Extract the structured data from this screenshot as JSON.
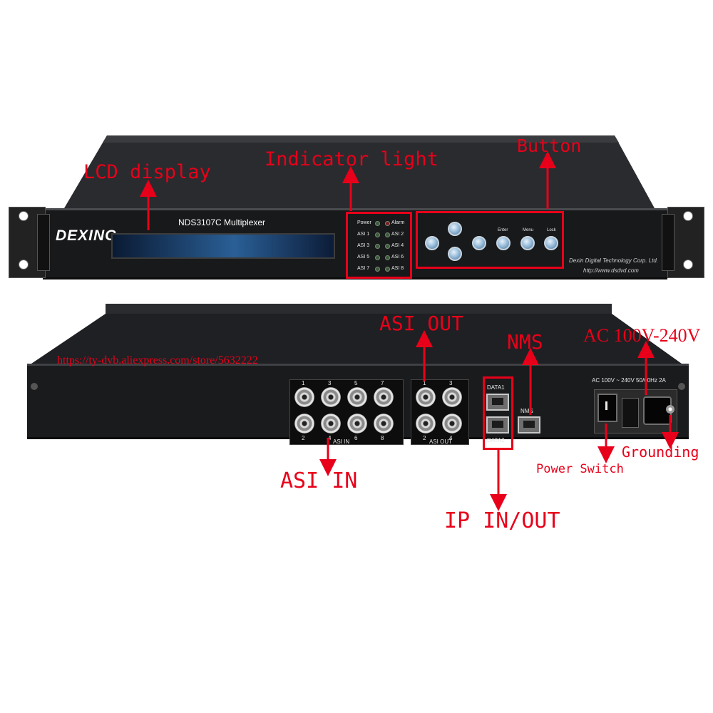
{
  "front": {
    "model_label": "NDS3107C Multiplexer",
    "logo": "DEXING",
    "maker": "Dexin Digital Technology Corp. Ltd.",
    "url": "http://www.dsdvd.com",
    "indicators": [
      {
        "left": "Power",
        "right": "Alarm"
      },
      {
        "left": "ASI 1",
        "right": "ASI 2"
      },
      {
        "left": "ASI 3",
        "right": "ASI 4"
      },
      {
        "left": "ASI 5",
        "right": "ASI 6"
      },
      {
        "left": "ASI 7",
        "right": "ASI 8"
      }
    ],
    "button_labels": [
      "Enter",
      "Menu",
      "Lock"
    ]
  },
  "rear": {
    "asi_in_numbers_top": [
      "1",
      "3",
      "5",
      "7"
    ],
    "asi_in_numbers_bottom": [
      "2",
      "4",
      "6",
      "8"
    ],
    "asi_in_panel_label": "ASI IN",
    "asi_out_numbers_top": [
      "1",
      "3"
    ],
    "asi_out_numbers_bottom": [
      "2",
      "4"
    ],
    "asi_out_panel_label": "ASI OUT",
    "data1": "DATA1",
    "data2": "DATA2",
    "nms_port": "NMS",
    "power_rating": "AC 100V ~ 240V 50/60Hz 2A"
  },
  "callouts": {
    "lcd": "LCD display",
    "indicator": "Indicator light",
    "button": "Button",
    "asi_out": "ASI OUT",
    "nms": "NMS",
    "ac": "AC 100V-240V",
    "store_url": "https://ty-dvb.aliexpress.com/store/5632222",
    "grounding": "Grounding",
    "power_switch": "Power Switch",
    "asi_in": "ASI IN",
    "ip": "IP IN/OUT"
  },
  "colors": {
    "callout": "#e8001a",
    "chassis": "#1b1b1d"
  }
}
